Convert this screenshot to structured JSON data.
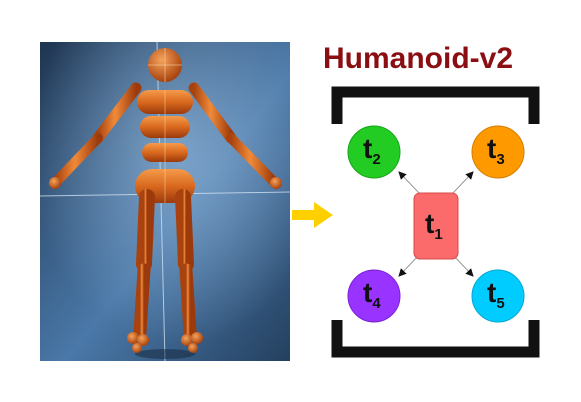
{
  "title": "Humanoid-v2",
  "nodes": [
    {
      "id": "t1",
      "letter": "t",
      "sub": "1",
      "color": "#fb6b6b",
      "shape": "rounded-rect"
    },
    {
      "id": "t2",
      "letter": "t",
      "sub": "2",
      "color": "#22cc22",
      "shape": "circle"
    },
    {
      "id": "t3",
      "letter": "t",
      "sub": "3",
      "color": "#ff9900",
      "shape": "circle"
    },
    {
      "id": "t4",
      "letter": "t",
      "sub": "4",
      "color": "#9933ff",
      "shape": "circle"
    },
    {
      "id": "t5",
      "letter": "t",
      "sub": "5",
      "color": "#00ccff",
      "shape": "circle"
    }
  ],
  "edges": [
    {
      "from": "t1",
      "to": "t2"
    },
    {
      "from": "t1",
      "to": "t3"
    },
    {
      "from": "t1",
      "to": "t4"
    },
    {
      "from": "t1",
      "to": "t5"
    }
  ],
  "colors": {
    "title": "#8a0e12",
    "arrow": "#ffd000",
    "brackets": "#111111",
    "figure_body": "#d9691e",
    "floor": "#3a5f86"
  },
  "icons": {
    "render": "humanoid-robot-render",
    "transition": "arrow-right-icon"
  }
}
